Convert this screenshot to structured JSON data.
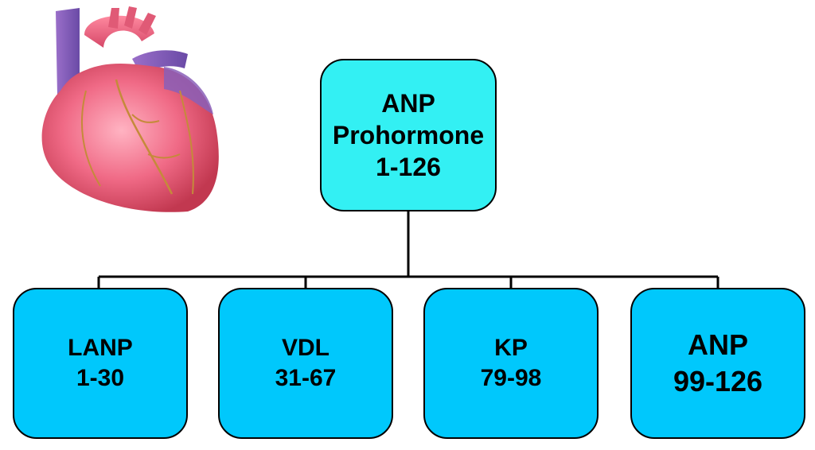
{
  "colors": {
    "root_fill": "#33f0f3",
    "child_fill": "#00c8fc",
    "line": "#000000"
  },
  "illustration": {
    "icon": "heart-icon"
  },
  "root": {
    "lines": [
      "ANP",
      "Prohormone",
      "1-126"
    ]
  },
  "children": [
    {
      "lines": [
        "LANP",
        "1-30"
      ]
    },
    {
      "lines": [
        "VDL",
        "31-67"
      ]
    },
    {
      "lines": [
        "KP",
        "79-98"
      ]
    },
    {
      "lines": [
        "ANP",
        "99-126"
      ]
    }
  ]
}
